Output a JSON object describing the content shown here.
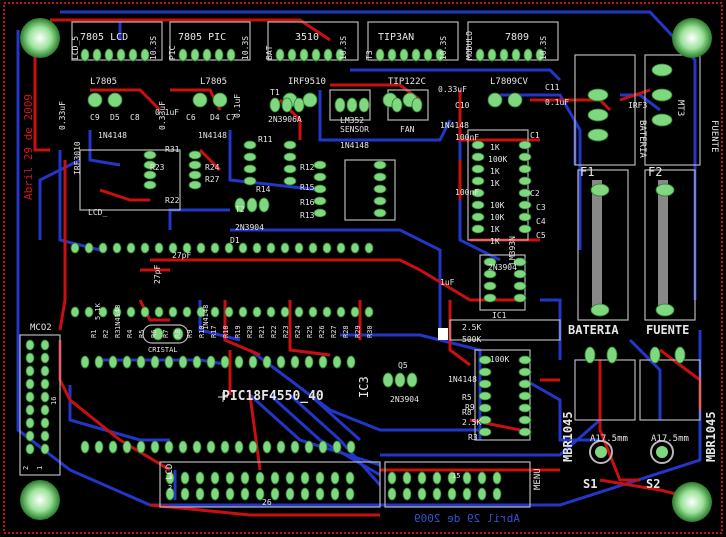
{
  "board": {
    "date_vertical": "Abril 29 de 2009",
    "date_bottom": "Abril 29 de 2009",
    "main_ic": "PIC18F4550_40",
    "ic3": "IC3"
  },
  "headers_top": [
    "7805 LCD",
    "7805 PIC",
    "3510",
    "TIP3AN",
    "7809"
  ],
  "header_side_labels": [
    "LCD_5",
    "10.3S",
    "PIC",
    "10.3S",
    "BAT",
    "10.3S",
    "T3",
    "10.3S",
    "MODULO",
    "10.3S"
  ],
  "regulators": [
    "L7805",
    "L7805",
    "IRF9510",
    "TIP122C",
    "L7809CV"
  ],
  "caps_top": [
    "0.33uF",
    "0.1uF",
    "0.33uF",
    "0.1uF",
    "0.33uF",
    "C10",
    "C11",
    "0.1uF"
  ],
  "parts_top": [
    "C9",
    "D5",
    "C8",
    "1N4148",
    "C6",
    "D4",
    "C7",
    "1N4148",
    "T1",
    "2N3906A",
    "LM352",
    "SENSOR",
    "FAN",
    "1N4148"
  ],
  "left_parts": [
    "IRF3010",
    "LCD_",
    "R31",
    "R23",
    "R27",
    "R22",
    "R24",
    "R11",
    "R14",
    "R12",
    "R13",
    "R15",
    "R16",
    "T2",
    "2N3904",
    "2N3904",
    "D1"
  ],
  "mid_row_labels": [
    "R1",
    "R2",
    "R3",
    "R4",
    "R5",
    "R6",
    "R7",
    "R8",
    "R9",
    "R10",
    "R17",
    "R18",
    "R19",
    "R20",
    "R21",
    "R22",
    "R23",
    "R24",
    "R25",
    "R26",
    "R27",
    "R28",
    "R29",
    "R30"
  ],
  "bottom_labels": [
    "MCO2",
    "27pF",
    "27pF",
    "CRISTAL",
    "5.1K",
    "1N4148",
    "Q5",
    "2N3904",
    "1N4148",
    "R6",
    "R7",
    "R10",
    "LCD",
    "MENU",
    "2",
    "1",
    "16",
    "15",
    "2",
    "1",
    "26",
    "25"
  ],
  "right_parts": [
    "1N4148",
    "100nF",
    "100nF",
    "100K",
    "1K",
    "1K",
    "1K",
    "10K",
    "10K",
    "1K",
    "1K",
    "IC1",
    "LM393N",
    "C1",
    "C2",
    "C3",
    "C4",
    "C5",
    "1uF",
    "500K",
    "2.5K",
    "100K",
    "1N4148",
    "R5",
    "R8",
    "2.5K",
    "R9",
    "R3",
    "IRF3"
  ],
  "fuses": [
    {
      "id": "F1",
      "label": "BATERIA"
    },
    {
      "id": "F2",
      "label": "FUENTE"
    }
  ],
  "diodes": [
    "MBR1045",
    "MBR1045"
  ],
  "switches": [
    {
      "id": "S1",
      "rating": "A17.5mm"
    },
    {
      "id": "S2",
      "rating": "A17.5mm"
    }
  ],
  "connectors_right": [
    "MT3",
    "BATERIA",
    "FUENTE"
  ],
  "colors": {
    "bg": "#000000",
    "top_copper": "#c81010",
    "bottom_copper": "#2236c8",
    "pad": "#7fd77f",
    "silk": "#e6e6e6",
    "outline": "#b8b8b8",
    "hole": "#2ea02e"
  }
}
